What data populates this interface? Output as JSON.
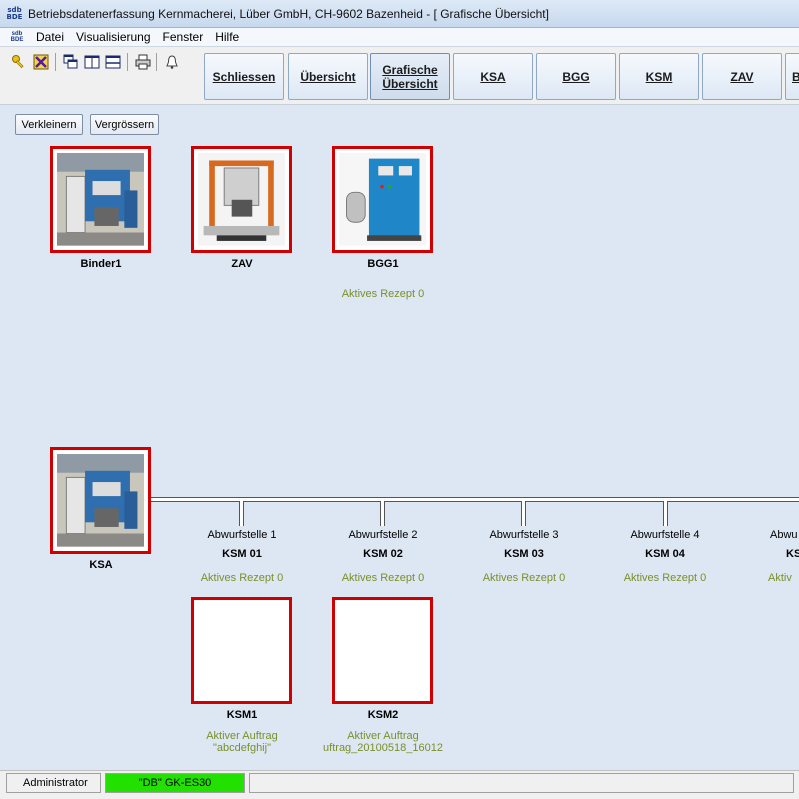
{
  "window": {
    "title": "Betriebsdatenerfassung Kernmacherei, Lüber GmbH, CH-9602 Bazenheid - [ Grafische Übersicht]",
    "app_icon_top": "sdb",
    "app_icon_bottom": "BDE"
  },
  "menu": {
    "items": [
      "Datei",
      "Visualisierung",
      "Fenster",
      "Hilfe"
    ]
  },
  "toolbar": {
    "icons": [
      "key-icon",
      "cancel-icon",
      "cascade-windows-icon",
      "tile-vertical-icon",
      "tile-horizontal-icon",
      "printer-icon",
      "bell-icon"
    ],
    "buttons": [
      {
        "label": "Schliessen"
      },
      {
        "label": "Übersicht"
      },
      {
        "label": "Grafische\nÜbersicht"
      },
      {
        "label": "KSA"
      },
      {
        "label": "BGG"
      },
      {
        "label": "KSM"
      },
      {
        "label": "ZAV"
      },
      {
        "label": "B"
      }
    ]
  },
  "zoom": {
    "shrink_label": "Verkleinern",
    "enlarge_label": "Vergrössern"
  },
  "machines_top": [
    {
      "name": "Binder1",
      "status": ""
    },
    {
      "name": "ZAV",
      "status": ""
    },
    {
      "name": "BGG1",
      "status": "Aktives Rezept 0"
    }
  ],
  "ksa": {
    "name": "KSA"
  },
  "stations": [
    {
      "place": "Abwurfstelle 1",
      "machine": "KSM 01",
      "recipe": "Aktives Rezept 0"
    },
    {
      "place": "Abwurfstelle 2",
      "machine": "KSM 02",
      "recipe": "Aktives Rezept 0"
    },
    {
      "place": "Abwurfstelle 3",
      "machine": "KSM 03",
      "recipe": "Aktives Rezept 0"
    },
    {
      "place": "Abwurfstelle 4",
      "machine": "KSM 04",
      "recipe": "Aktives Rezept 0"
    },
    {
      "place": "Abwu",
      "machine": "KS",
      "recipe": "Aktiv"
    }
  ],
  "ksm_units": [
    {
      "name": "KSM1",
      "order_label": "Aktiver Auftrag",
      "order": "\"abcdefghij\""
    },
    {
      "name": "KSM2",
      "order_label": "Aktiver Auftrag",
      "order": "uftrag_20100518_16012"
    }
  ],
  "status": {
    "user": "Administrator",
    "db": "\"DB\" GK-ES30",
    "db_color": "#22e000"
  },
  "colors": {
    "machine_border": "#d10000",
    "status_text": "#7a8f2a",
    "background": "#dde7f3"
  }
}
